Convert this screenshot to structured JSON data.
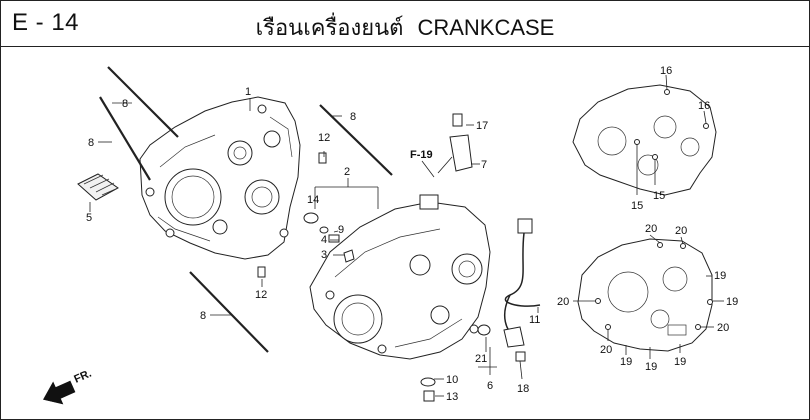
{
  "header": {
    "page_code": "E - 14",
    "title_thai": "เรือนเครื่องยนต์",
    "title_en": "CRANKCASE"
  },
  "direction": {
    "label": "FR."
  },
  "reference": {
    "label": "F-19"
  },
  "callouts": {
    "c1": "1",
    "c2": "2",
    "c3": "3",
    "c4": "4",
    "c5": "5",
    "c6": "6",
    "c7": "7",
    "c8a": "8",
    "c8b": "8",
    "c8c": "8",
    "c8d": "8",
    "c9": "9",
    "c10": "10",
    "c11": "11",
    "c12a": "12",
    "c12b": "12",
    "c13": "13",
    "c14": "14",
    "c15a": "15",
    "c15b": "15",
    "c16a": "16",
    "c16b": "16",
    "c17": "17",
    "c18": "18",
    "c19a": "19",
    "c19b": "19",
    "c19c": "19",
    "c19d": "19",
    "c19e": "19",
    "c20a": "20",
    "c20b": "20",
    "c20c": "20",
    "c20d": "20",
    "c20e": "20",
    "c21": "21"
  }
}
